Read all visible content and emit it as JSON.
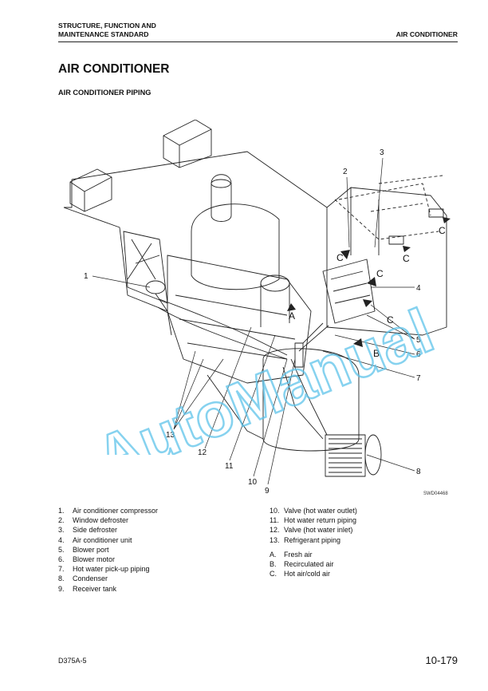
{
  "header": {
    "left_line1": "STRUCTURE, FUNCTION AND",
    "left_line2": "MAINTENANCE STANDARD",
    "right": "AIR CONDITIONER"
  },
  "title": "AIR CONDITIONER",
  "subtitle": "AIR CONDITIONER PIPING",
  "figure": {
    "id": "SWD04468",
    "callouts": [
      "1",
      "2",
      "3",
      "4",
      "5",
      "6",
      "7",
      "8",
      "9",
      "10",
      "11",
      "12",
      "13"
    ],
    "airflow_letters": [
      "A",
      "B",
      "C"
    ],
    "watermark": "AutoManual"
  },
  "legend_numbered": [
    {
      "num": "1.",
      "text": "Air conditioner compressor"
    },
    {
      "num": "2.",
      "text": "Window defroster"
    },
    {
      "num": "3.",
      "text": "Side defroster"
    },
    {
      "num": "4.",
      "text": "Air conditioner unit"
    },
    {
      "num": "5.",
      "text": "Blower port"
    },
    {
      "num": "6.",
      "text": "Blower motor"
    },
    {
      "num": "7.",
      "text": "Hot water pick-up piping"
    },
    {
      "num": "8.",
      "text": "Condenser"
    },
    {
      "num": "9.",
      "text": "Receiver tank"
    },
    {
      "num": "10.",
      "text": "Valve (hot water outlet)"
    },
    {
      "num": "11.",
      "text": "Hot water return piping"
    },
    {
      "num": "12.",
      "text": "Valve (hot water inlet)"
    },
    {
      "num": "13.",
      "text": "Refrigerant piping"
    }
  ],
  "legend_letters": [
    {
      "num": "A.",
      "text": "Fresh air"
    },
    {
      "num": "B.",
      "text": "Recirculated air"
    },
    {
      "num": "C.",
      "text": "Hot air/cold air"
    }
  ],
  "footer": {
    "model": "D375A-5",
    "page": "10-179"
  },
  "colors": {
    "watermark": "#5ec3ea",
    "line": "#222222"
  }
}
